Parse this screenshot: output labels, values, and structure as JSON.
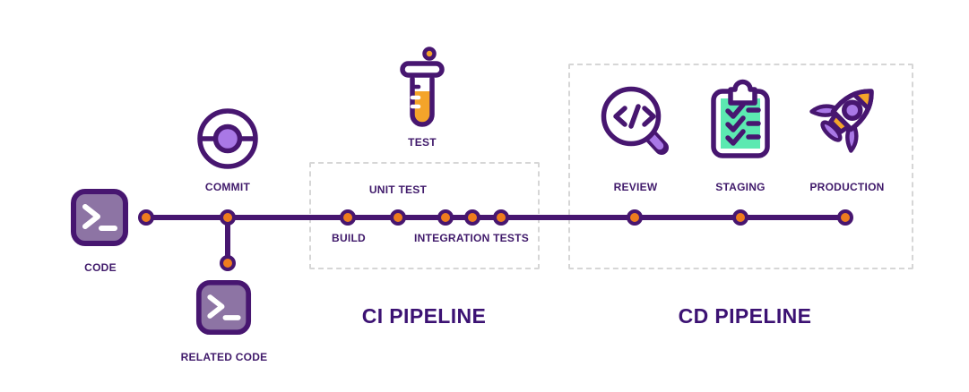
{
  "sections": {
    "ci": {
      "title": "CI PIPELINE"
    },
    "cd": {
      "title": "CD PIPELINE"
    }
  },
  "stages": {
    "code": {
      "label": "CODE",
      "icon": "terminal-icon"
    },
    "commit": {
      "label": "COMMIT",
      "icon": "commit-icon"
    },
    "related_code": {
      "label": "RELATED CODE",
      "icon": "terminal-icon"
    },
    "build": {
      "label": "BUILD"
    },
    "unit_test": {
      "label": "UNIT TEST"
    },
    "test": {
      "label": "TEST",
      "icon": "test-tube-icon"
    },
    "integration_tests": {
      "label": "INTEGRATION TESTS"
    },
    "review": {
      "label": "REVIEW",
      "icon": "code-review-magnifier-icon"
    },
    "staging": {
      "label": "STAGING",
      "icon": "clipboard-checklist-icon"
    },
    "production": {
      "label": "PRODUCTION",
      "icon": "rocket-icon"
    }
  },
  "colors": {
    "outline_purple": "#471670",
    "text_purple": "#401a6b",
    "title_purple": "#3c1273",
    "node_orange": "#ee7c1e",
    "amber_orange": "#f4a42a",
    "light_purple": "#a978e6",
    "terminal_fill": "#8d74a4",
    "mint_green": "#5ce9b1",
    "dash_gray": "#d6d6d6",
    "background": "#ffffff"
  }
}
